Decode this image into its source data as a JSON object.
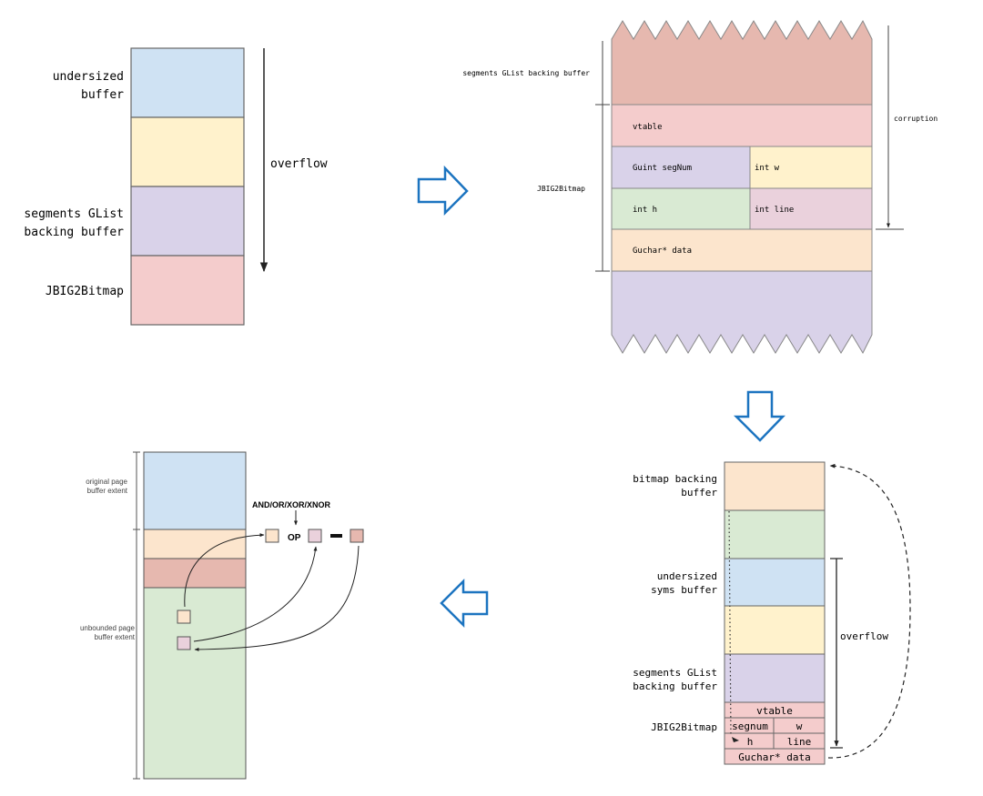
{
  "colors": {
    "blue": "#cfe2f3",
    "yellow": "#fff2cc",
    "purple": "#d9d2e9",
    "pink": "#f4cccc",
    "rose": "#e6b8af",
    "peach": "#fce5cd",
    "green": "#d9ead3",
    "mauve": "#ead1dc",
    "arrow_blue": "#1c74c0",
    "stroke": "#666666"
  },
  "panel1": {
    "labels": {
      "undersized_1": "undersized",
      "undersized_2": "buffer",
      "segments_1": "segments GList",
      "segments_2": "backing buffer",
      "bitmap": "JBIG2Bitmap",
      "overflow": "overflow"
    }
  },
  "panel2": {
    "labels": {
      "segments": "segments GList backing buffer",
      "bitmap": "JBIG2Bitmap",
      "corruption": "corruption"
    },
    "fields": {
      "vtable": "vtable",
      "segnum": "Guint segNum",
      "w": "int w",
      "h": "int h",
      "line": "int line",
      "data": "Guchar* data"
    }
  },
  "panel3": {
    "labels": {
      "bitmap_backing_1": "bitmap backing",
      "bitmap_backing_2": "buffer",
      "undersized_1": "undersized",
      "undersized_2": "syms buffer",
      "segments_1": "segments GList",
      "segments_2": "backing buffer",
      "bitmap": "JBIG2Bitmap",
      "overflow": "overflow"
    },
    "fields": {
      "vtable": "vtable",
      "segnum": "segnum",
      "w": "w",
      "h": "h",
      "line": "line",
      "data": "Guchar* data"
    }
  },
  "panel4": {
    "labels": {
      "original_1": "original page",
      "original_2": "buffer extent",
      "unbounded_1": "unbounded page",
      "unbounded_2": "buffer extent",
      "ops": "AND/OR/XOR/XNOR",
      "op": "OP"
    }
  }
}
